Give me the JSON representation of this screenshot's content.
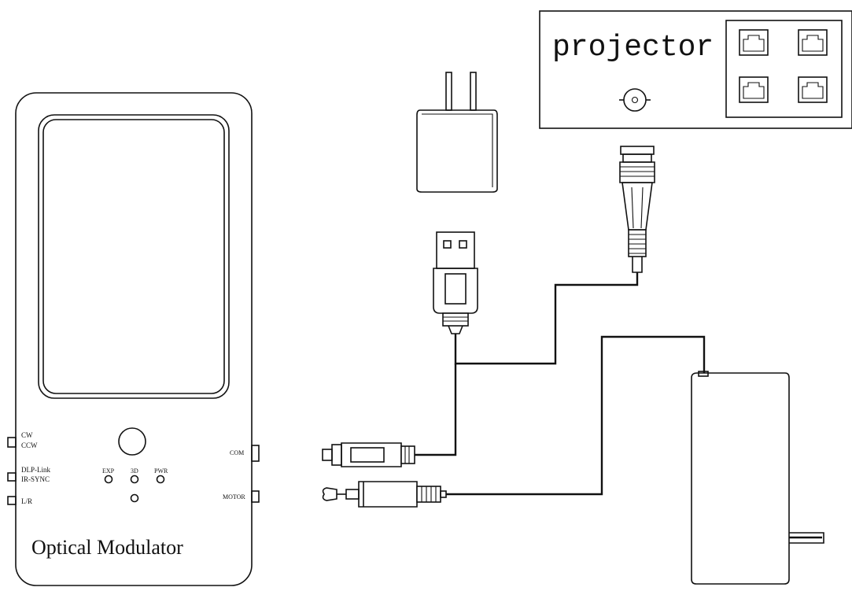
{
  "modulator": {
    "title": "Optical Modulator",
    "switch_labels": {
      "cw": "CW",
      "ccw": "CCW",
      "dlp_link": "DLP-Link",
      "ir_sync": "IR-SYNC",
      "lr": "L/R"
    },
    "led_labels": {
      "exp": "EXP",
      "three_d": "3D",
      "pwr": "PWR"
    },
    "port_labels": {
      "com": "COM",
      "motor": "MOTOR"
    }
  },
  "projector": {
    "label": "projector"
  }
}
